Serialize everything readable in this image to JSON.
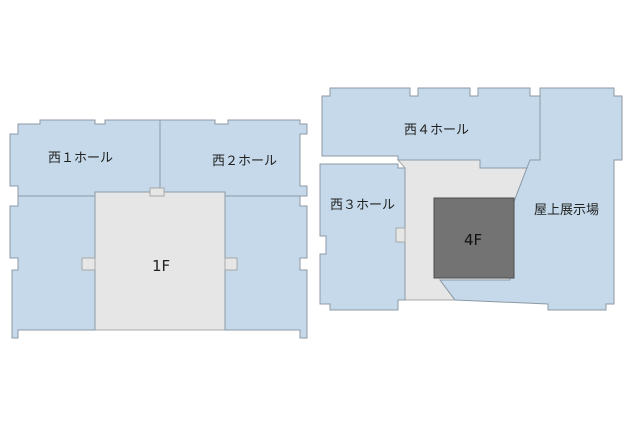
{
  "map": {
    "floor_1": {
      "label": "1F",
      "halls": {
        "west_1": "西１ホール",
        "west_2": "西２ホール"
      }
    },
    "floor_4": {
      "label": "4F",
      "halls": {
        "west_3": "西３ホール",
        "west_4": "西４ホール",
        "rooftop": "屋上展示場"
      }
    }
  },
  "colors": {
    "hall_fill": "#c5d9ea",
    "corridor_fill": "#e6e6e6",
    "core_fill": "#737373",
    "outline": "#8c9aa6"
  }
}
